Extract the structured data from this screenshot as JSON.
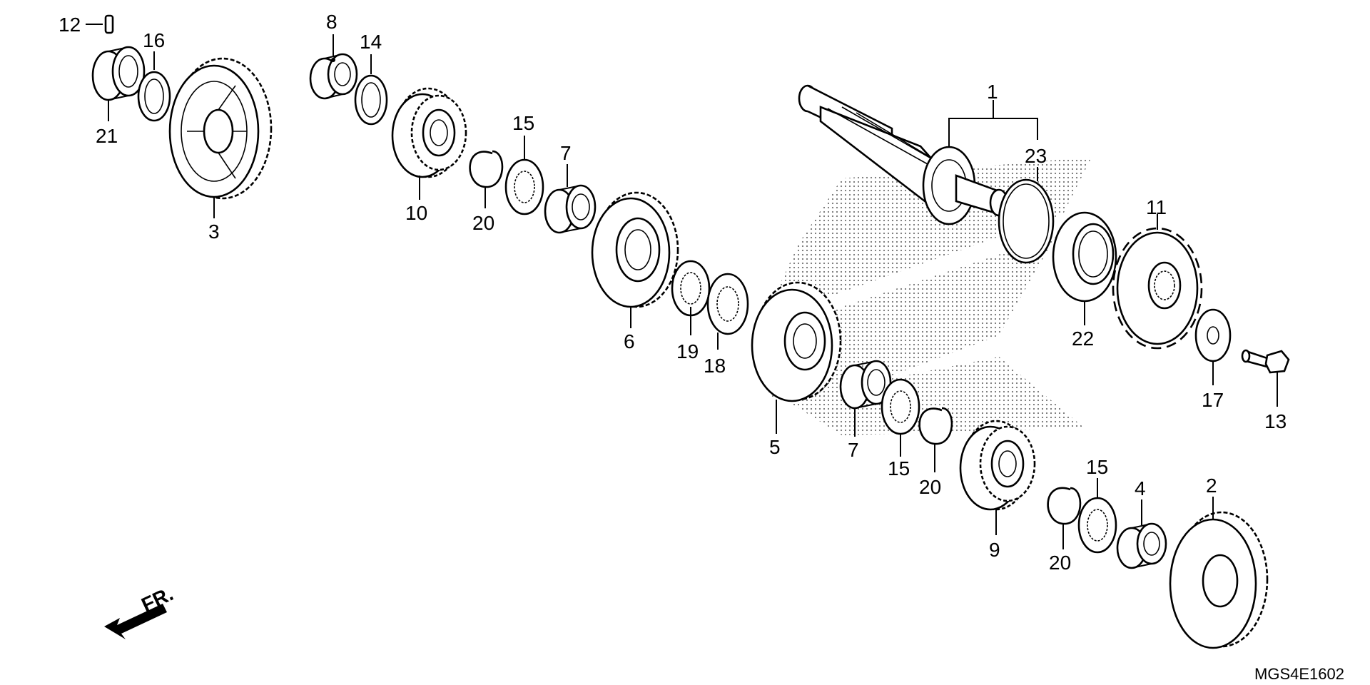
{
  "diagram": {
    "code": "MGS4E1602",
    "front_label": "FR.",
    "callouts": {
      "p1": "1",
      "p2": "2",
      "p3": "3",
      "p4": "4",
      "p5": "5",
      "p6": "6",
      "p7a": "7",
      "p7b": "7",
      "p8": "8",
      "p9": "9",
      "p10": "10",
      "p11": "11",
      "p12": "12",
      "p13": "13",
      "p14": "14",
      "p15a": "15",
      "p15b": "15",
      "p15c": "15",
      "p16": "16",
      "p17": "17",
      "p18": "18",
      "p19": "19",
      "p20a": "20",
      "p20b": "20",
      "p20c": "20",
      "p21": "21",
      "p22": "22",
      "p23": "23"
    }
  }
}
